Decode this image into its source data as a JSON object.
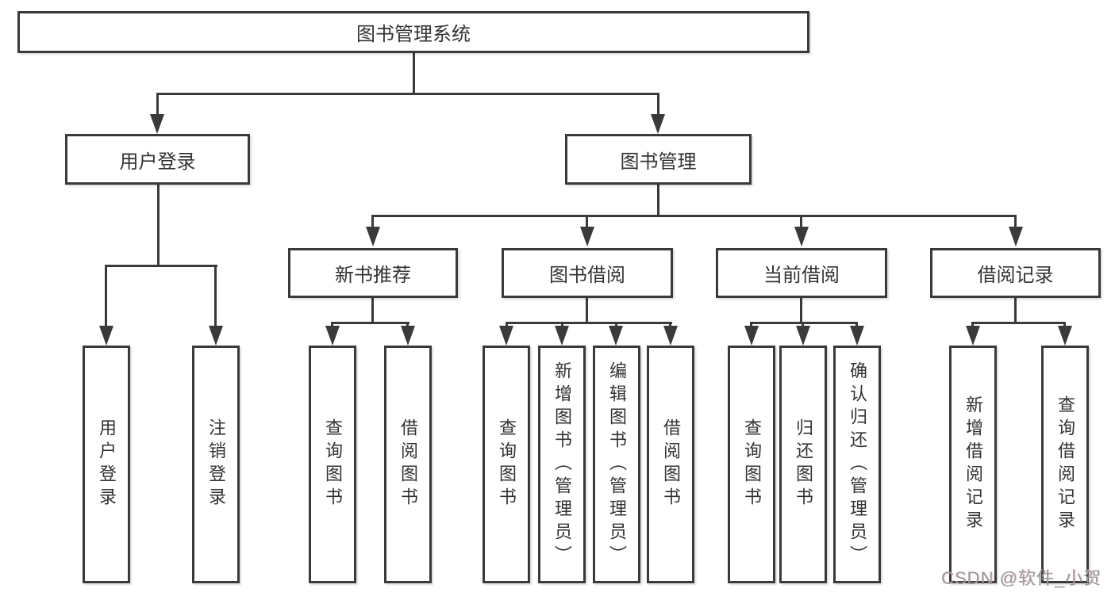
{
  "colors": {
    "line": "#3a3a3a",
    "box_border": "#3a3a3a",
    "text": "#333333",
    "watermark": "#9b9b9b",
    "background": "#ffffff"
  },
  "watermark": {
    "text": "CSDN @软件_小贺同学"
  },
  "tree": {
    "label": "图书管理系统",
    "children": [
      {
        "label": "用户登录",
        "children": [
          {
            "label": "用户登录"
          },
          {
            "label": "注销登录"
          }
        ]
      },
      {
        "label": "图书管理",
        "children": [
          {
            "label": "新书推荐",
            "children": [
              {
                "label": "查询图书"
              },
              {
                "label": "借阅图书"
              }
            ]
          },
          {
            "label": "图书借阅",
            "children": [
              {
                "label": "查询图书"
              },
              {
                "label": "新增图书（管理员）"
              },
              {
                "label": "编辑图书（管理员）"
              },
              {
                "label": "借阅图书"
              }
            ]
          },
          {
            "label": "当前借阅",
            "children": [
              {
                "label": "查询图书"
              },
              {
                "label": "归还图书"
              },
              {
                "label": "确认归还（管理员）"
              }
            ]
          },
          {
            "label": "借阅记录",
            "children": [
              {
                "label": "新增借阅记录"
              },
              {
                "label": "查询借阅记录"
              }
            ]
          }
        ]
      }
    ]
  }
}
